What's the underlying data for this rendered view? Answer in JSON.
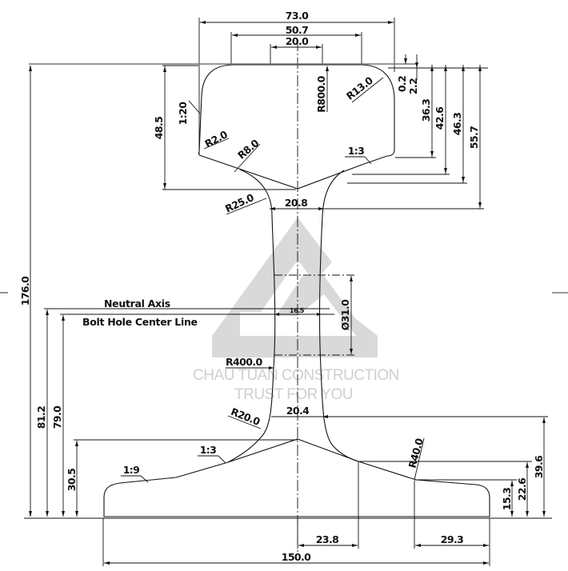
{
  "title": "Rail profile cross-section drawing",
  "watermark": {
    "line1": "CHAU TUAN CONSTRUCTION",
    "line2": "TRUST FOR YOU",
    "color": "#d9d9d9"
  },
  "labels": {
    "neutral_axis": "Neutral Axis",
    "bolt_hole_center_line": "Bolt Hole Center Line"
  },
  "dimensions": {
    "head_width": "73.0",
    "head_top_flat": "50.7",
    "crown_flat": "20.0",
    "crown_radius": "R800.0",
    "head_corner_radius": "R13.0",
    "crown_drop_1": "0.2",
    "crown_drop_2": "2.2",
    "head_side_height": "36.3",
    "fishing_upper": "42.6",
    "head_depth": "46.3",
    "head_to_web": "55.7",
    "head_left_height": "48.5",
    "head_side_taper": "1:20",
    "head_lower_corner_radius": "R2.0",
    "head_fillet_radius": "R8.0",
    "head_underside_slope": "1:3",
    "web_top_fillet": "R25.0",
    "web_top_width": "20.8",
    "total_height": "176.0",
    "neutral_axis_height": "81.2",
    "bolt_hole_height": "79.0",
    "web_min_width": "16.5",
    "bolt_hole_diameter": "Ø31.0",
    "web_radius": "R400.0",
    "web_bottom_fillet": "R20.0",
    "web_bottom_width": "20.4",
    "foot_upper_slope": "1:3",
    "foot_lower_slope": "1:9",
    "foot_height_left": "30.5",
    "foot_radius": "R40.0",
    "foot_height_right": "39.6",
    "foot_mid_height": "22.6",
    "foot_edge_height": "15.3",
    "foot_slope_offset": "23.8",
    "foot_tip_width": "29.3",
    "base_width": "150.0"
  }
}
